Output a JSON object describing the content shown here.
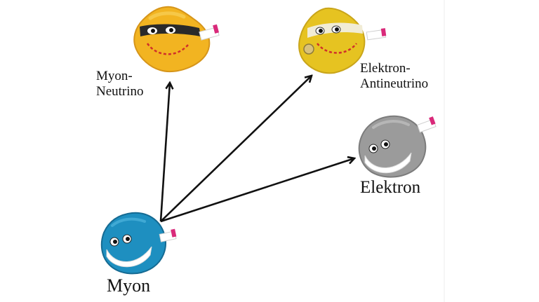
{
  "diagram": {
    "particles": {
      "muon": {
        "label": "Myon",
        "color": "#1e8fc0",
        "shade": "#156a92"
      },
      "muon_neutrino": {
        "label_line1": "Myon-",
        "label_line2": "Neutrino",
        "color": "#f2b421",
        "shade": "#d6951a",
        "mask_color": "#2a2a2a"
      },
      "electron_antineutrino": {
        "label_line1": "Elektron-",
        "label_line2": "Antineutrino",
        "color": "#e6c321",
        "shade": "#c9a51a",
        "mask_color": "#f1ecd5"
      },
      "electron": {
        "label": "Elektron",
        "color": "#9b9b9b",
        "shade": "#7c7c7c"
      }
    },
    "arrow_color": "#111111",
    "tag_color": "#d92a7a"
  }
}
